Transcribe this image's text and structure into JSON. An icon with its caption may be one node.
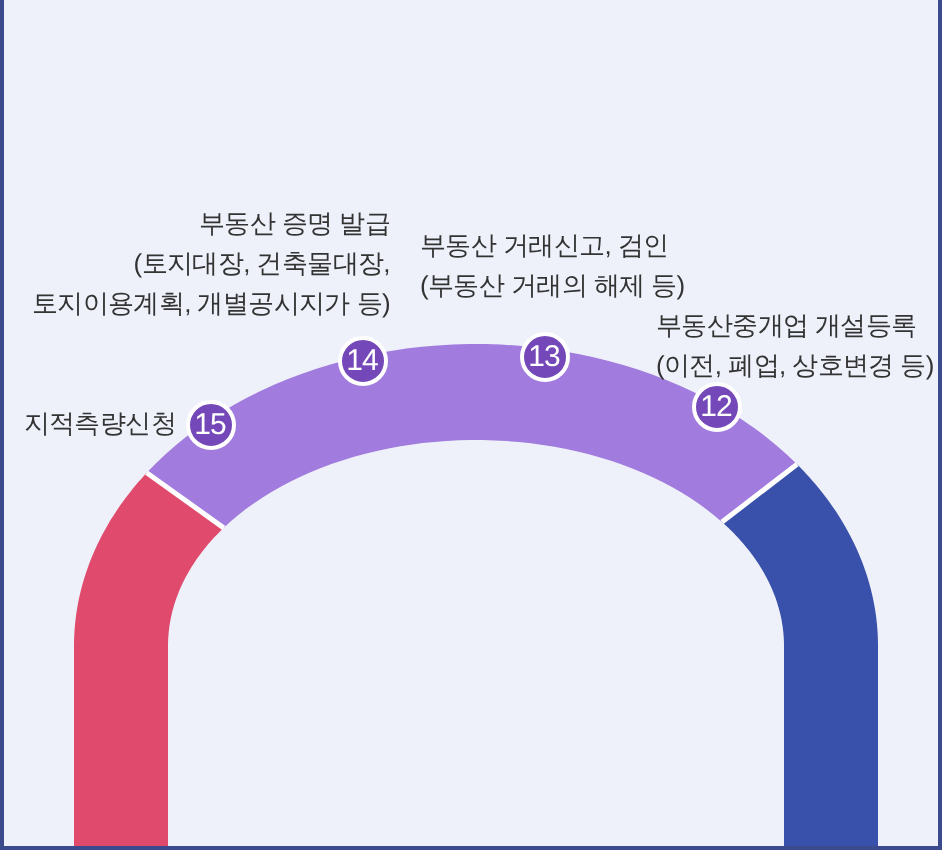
{
  "diagram": {
    "nodes": [
      {
        "text": [
          "15"
        ],
        "beside": [
          "지적측량신청"
        ]
      },
      {
        "text": [
          "14"
        ],
        "beside": [
          "부동산 증명 발급",
          "(토지대장, 건축물대장, 토지이용계획, 개별공시지가 등)"
        ]
      },
      {
        "text": [
          "13"
        ],
        "beside": [
          "부동산 거래신고, 검인",
          "(부동산 거래의 해제 등)"
        ]
      },
      {
        "text": [
          "12"
        ],
        "beside": [
          "부동산중개업 개설등록",
          "(이전, 폐업, 상호변경 등)"
        ]
      }
    ]
  }
}
